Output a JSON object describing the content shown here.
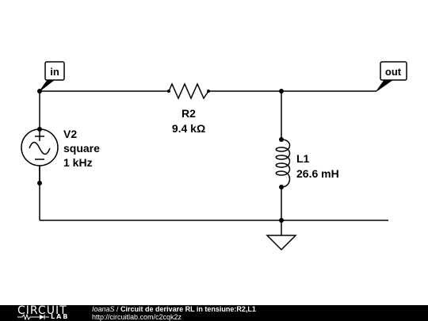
{
  "circuit": {
    "net_in": "in",
    "net_out": "out",
    "source": {
      "name": "V2",
      "type": "square",
      "freq": "1 kHz"
    },
    "resistor": {
      "name": "R2",
      "value": "9.4 kΩ"
    },
    "inductor": {
      "name": "L1",
      "value": "26.6 mH"
    }
  },
  "footer": {
    "logo_top": "CIRCUIT",
    "logo_bottom": "LAB",
    "author": "IoanaS",
    "separator": " / ",
    "title": "Circuit de derivare RL in tensiune:R2,L1",
    "url": "http://circuitlab.com/c2cqk2z"
  }
}
